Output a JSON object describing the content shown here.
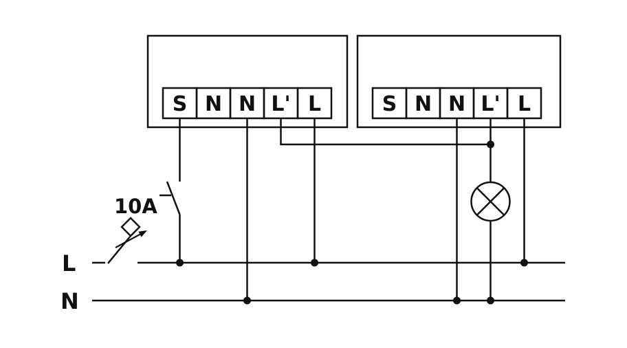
{
  "diagram": {
    "left_device": {
      "terminals": [
        "S",
        "N",
        "N",
        "L'",
        "L"
      ]
    },
    "right_device": {
      "terminals": [
        "S",
        "N",
        "N",
        "L'",
        "L"
      ]
    },
    "breaker": {
      "label": "10A"
    },
    "supply_lines": {
      "live_label": "L",
      "neutral_label": "N"
    },
    "lamp": {
      "symbol": "lamp-circle-cross"
    },
    "colors": {
      "ink": "#111111",
      "background": "#ffffff"
    }
  }
}
